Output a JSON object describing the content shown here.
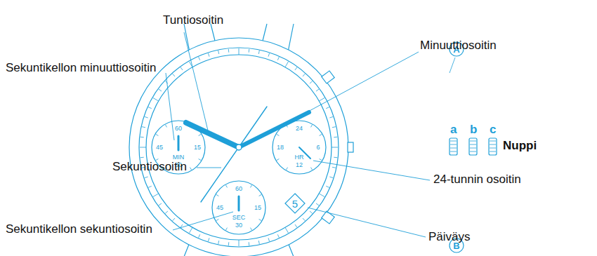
{
  "diagram": {
    "nodes": [
      {
        "text": [
          "60",
          "15",
          "MIN",
          "30",
          "45"
        ]
      },
      {
        "text": [
          "60",
          "15",
          "SEC",
          "30",
          "45"
        ]
      },
      {
        "text": [
          "24",
          "6",
          "HR",
          "12",
          "18"
        ]
      },
      {
        "text": [
          "5"
        ]
      },
      {
        "text": [
          "A"
        ]
      },
      {
        "text": [
          "B"
        ]
      }
    ],
    "labels": [
      "Tuntiosoitin",
      "Minuuttiosoitin",
      "Sekuntikellon minuuttiosoitin",
      "a",
      "b",
      "c",
      "Nuppi",
      "Sekuntiosoitin",
      "24-tunnin osoitin",
      "Sekuntikellon sekuntiosoitin",
      "Päiväys"
    ]
  }
}
